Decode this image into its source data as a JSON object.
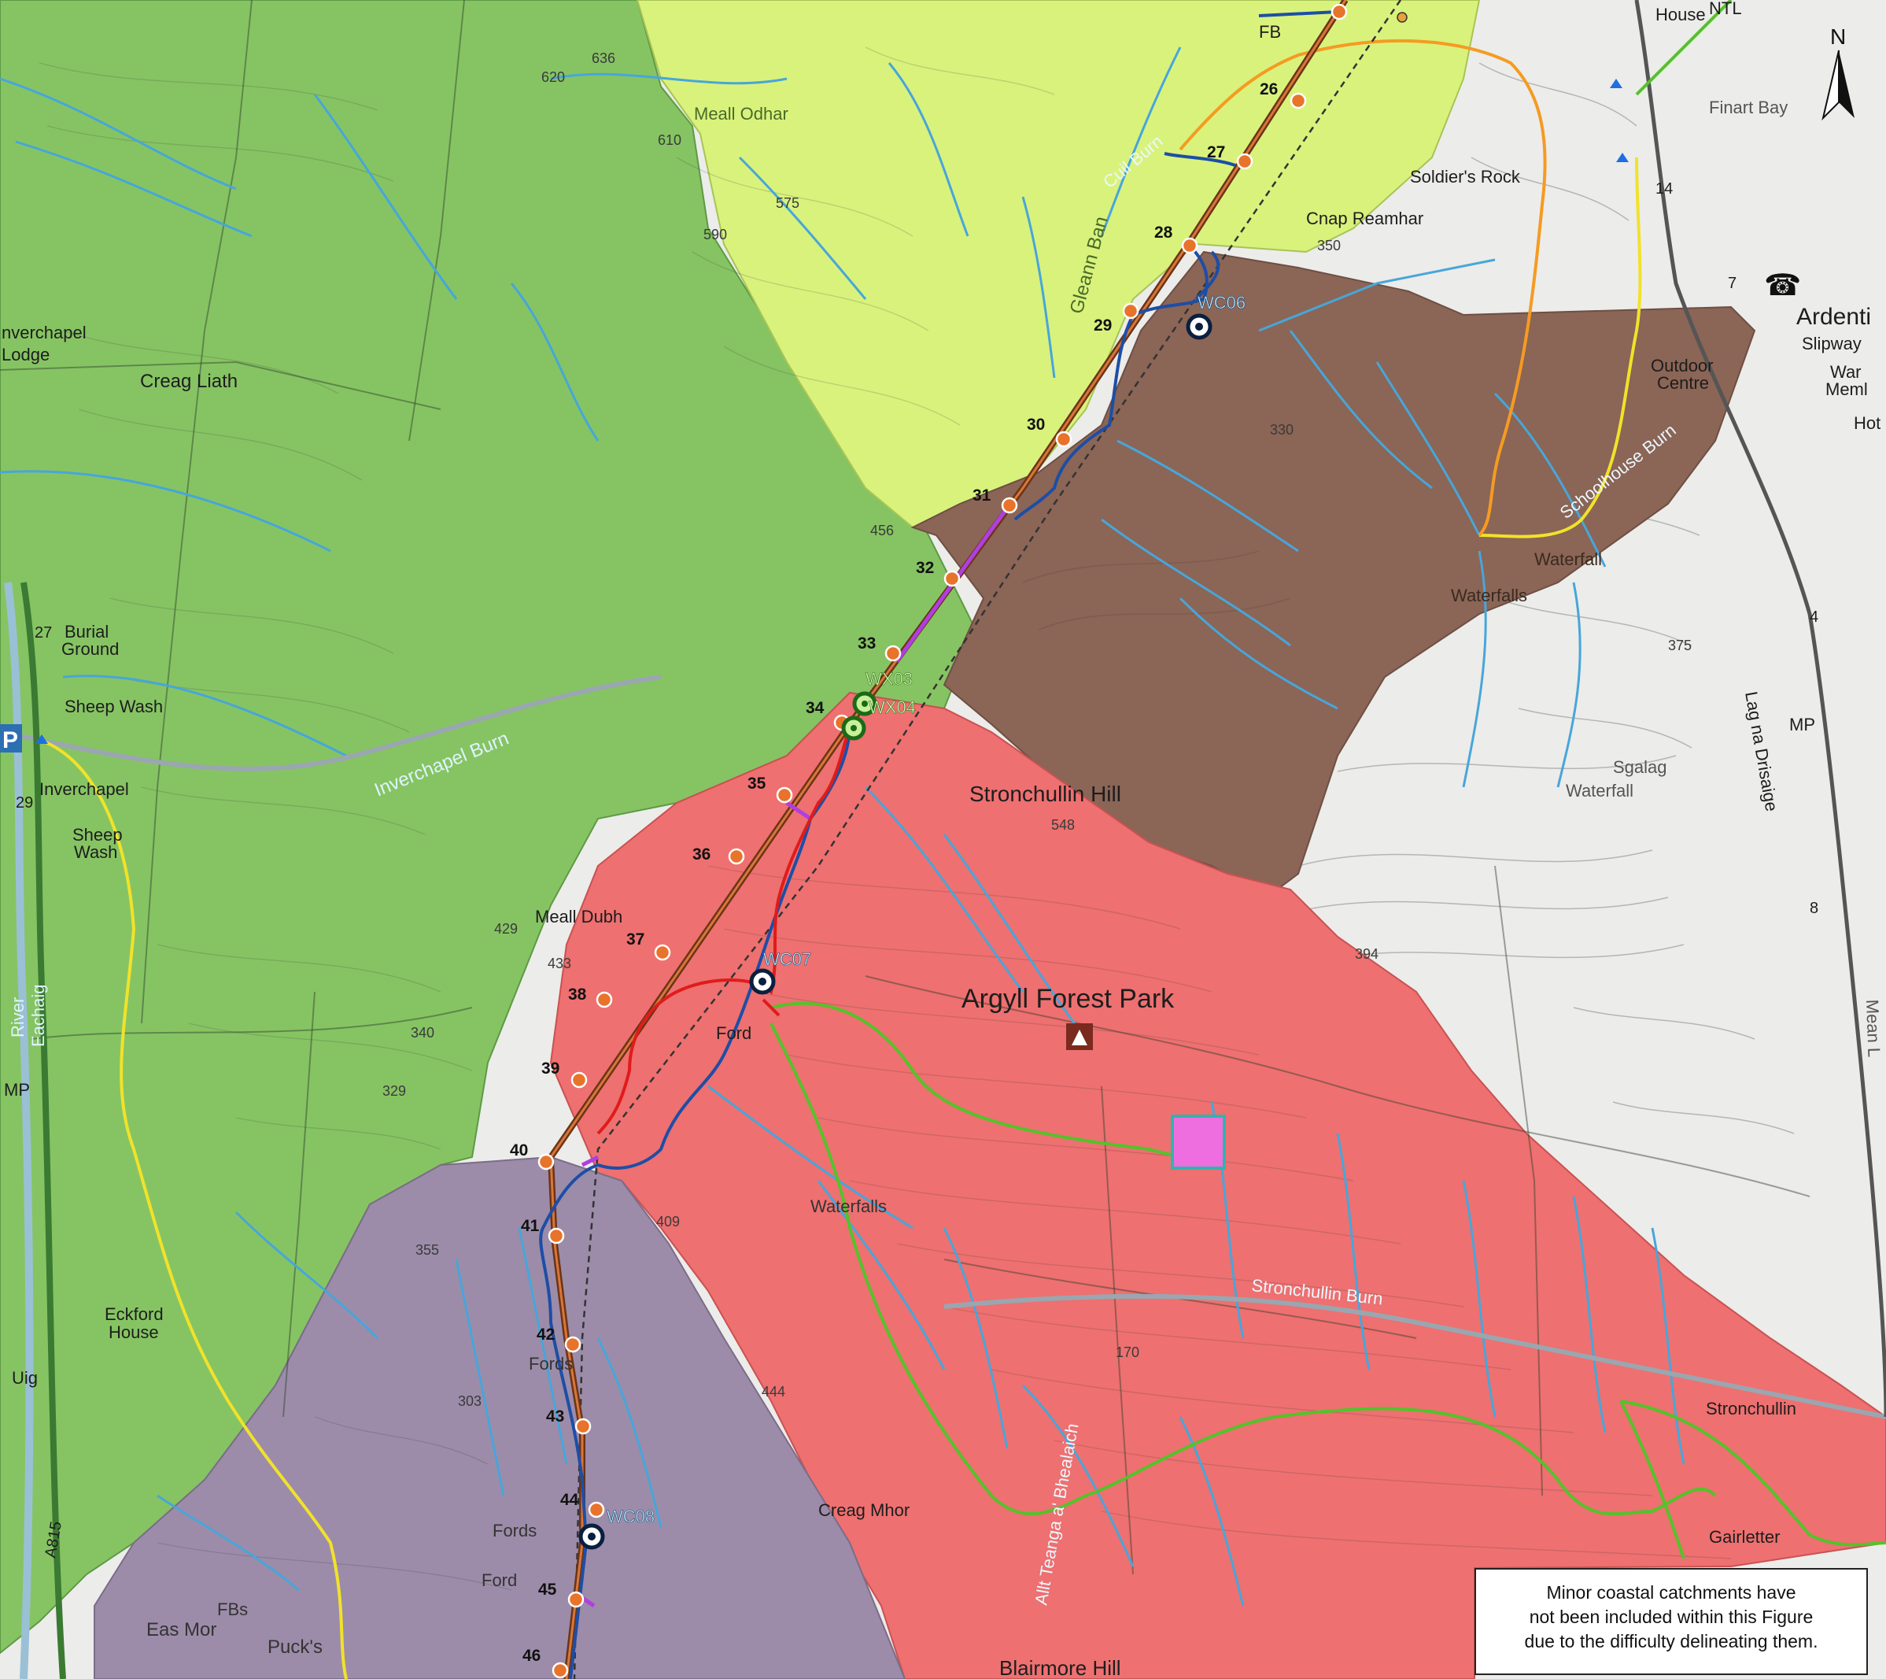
{
  "north_arrow": {
    "label": "N",
    "icon": "north-arrow-icon"
  },
  "note": {
    "line1": "Minor coastal catchments have",
    "line2": "not been included within this Figure",
    "line3": "due to the difficulty delineating them."
  },
  "colors": {
    "catchment_dark_green": "#7fbf5c",
    "catchment_light_green": "#d6f07a",
    "catchment_brown": "#8a6455",
    "catchment_red": "#ec6d6d",
    "catchment_purple": "#9a8aa8",
    "route": "#a0522d",
    "track_blue": "#1f4fa8",
    "track_red": "#e01b1b",
    "track_green": "#55c22b",
    "track_yellow": "#f0e22a",
    "track_orange": "#f59b22",
    "stream": "#4aa8d8",
    "marker_orange": "#e8732a",
    "compound": "#ee6ee0"
  },
  "map_labels": {
    "meall_odhar": "Meall Odhar",
    "creag_liath": "Creag Liath",
    "inverchapel_lodge_1": "nverchapel",
    "inverchapel_lodge_2": "Lodge",
    "burial_ground_1": "Burial",
    "burial_ground_2": "Ground",
    "sheep_wash": "Sheep Wash",
    "inverchapel": "Inverchapel",
    "sheep_wash_2a": "Sheep",
    "sheep_wash_2b": "Wash",
    "inverchapel_burn": "Inverchapel Burn",
    "river_eachaig_1": "River",
    "river_eachaig_2": "Eachaig",
    "meall_dubh": "Meall Dubh",
    "eckford_house_1": "Eckford",
    "eckford_house_2": "House",
    "uig": "Uig",
    "a815": "A815",
    "stronchullin_hill": "Stronchullin Hill",
    "argyll_forest_park": "Argyll Forest Park",
    "ford": "Ford",
    "stronchullin_burn": "Stronchullin Burn",
    "alt_teanga": "Allt Teanga a' Bhealaich",
    "creag_mhor": "Creag Mhor",
    "blairmore_hill": "Blairmore Hill",
    "gairletter": "Gairletter",
    "stronchullin": "Stronchullin",
    "ardentinny": "Ardenti",
    "slipway": "Slipway",
    "war_meml_1": "War",
    "war_meml_2": "Meml",
    "hot": "Hot",
    "outdoor_centre_1": "Outdoor",
    "outdoor_centre_2": "Centre",
    "schoolhouse_burn": "Schoolhouse Burn",
    "soldiers_rock": "Soldier's Rock",
    "cnap_reamhar": "Cnap Reamhar",
    "cuil_burn": "Cuil Burn",
    "gleann_ban": "Gleann Ban",
    "finart_bay": "Finart Bay",
    "house": "House",
    "ntl": "NTL",
    "fb": "FB",
    "lag_na_drisaige": "Lag na Drisaige",
    "sgalag": "Sgalag",
    "waterfall_1": "Waterfall",
    "waterfall_2": "Waterfall",
    "waterfall_3": "Waterfalls",
    "waterfall_4": "Waterfalls",
    "fords_1": "Fords",
    "fords_2": "Fords",
    "ford_2": "Ford",
    "eas_mor": "Eas Mor",
    "pucks": "Puck's",
    "fbs": "FBs",
    "mp_1": "MP",
    "mp_2": "MP",
    "mean_l": "Mean L"
  },
  "spot_heights": [
    "636",
    "620",
    "610",
    "575",
    "590",
    "456",
    "548",
    "394",
    "330",
    "350",
    "375",
    "409",
    "355",
    "303",
    "444",
    "429",
    "433",
    "329",
    "340",
    "170"
  ],
  "grid_numbers": [
    "27",
    "29",
    "14",
    "7",
    "4",
    "8"
  ],
  "turbines": [
    "26",
    "27",
    "28",
    "29",
    "30",
    "31",
    "32",
    "33",
    "34",
    "35",
    "36",
    "37",
    "38",
    "39",
    "40",
    "41",
    "42",
    "43",
    "44",
    "45",
    "46"
  ],
  "crossings": {
    "wc06": "WC06",
    "wc07": "WC07",
    "wc08": "WC08",
    "wx03": "WX03",
    "wx04": "WX04"
  }
}
